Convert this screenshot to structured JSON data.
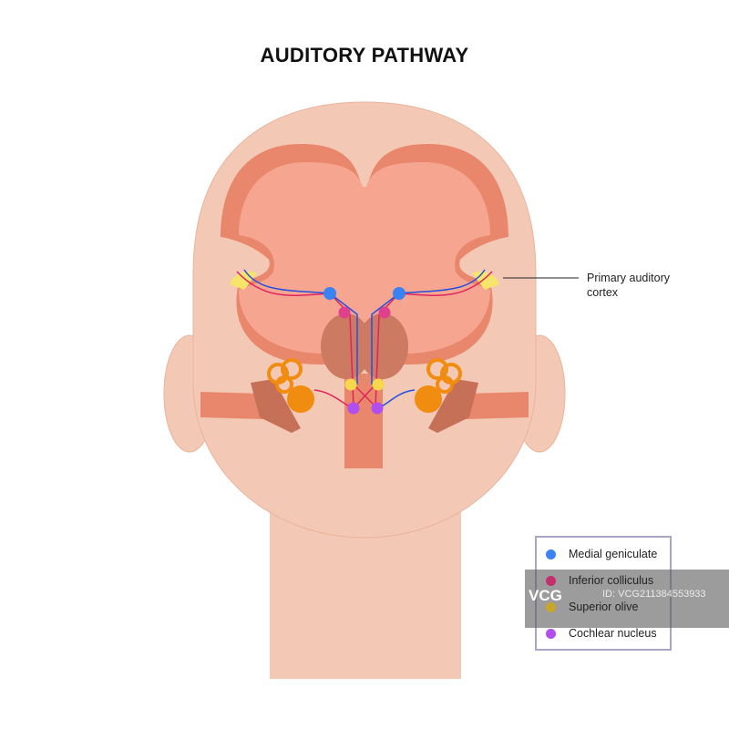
{
  "title": "AUDITORY PATHWAY",
  "callout": {
    "line1": "Primary auditory",
    "line2": "cortex"
  },
  "legend": [
    {
      "label": "Medial geniculate",
      "color": "#3b82f6"
    },
    {
      "label": "Inferior colliculus",
      "color": "#e0418c"
    },
    {
      "label": "Superior olive",
      "color": "#f5d94a"
    },
    {
      "label": "Cochlear nucleus",
      "color": "#b04ef0"
    }
  ],
  "watermark": {
    "logo": "VCG",
    "id": "ID: VCG211384553933"
  }
}
